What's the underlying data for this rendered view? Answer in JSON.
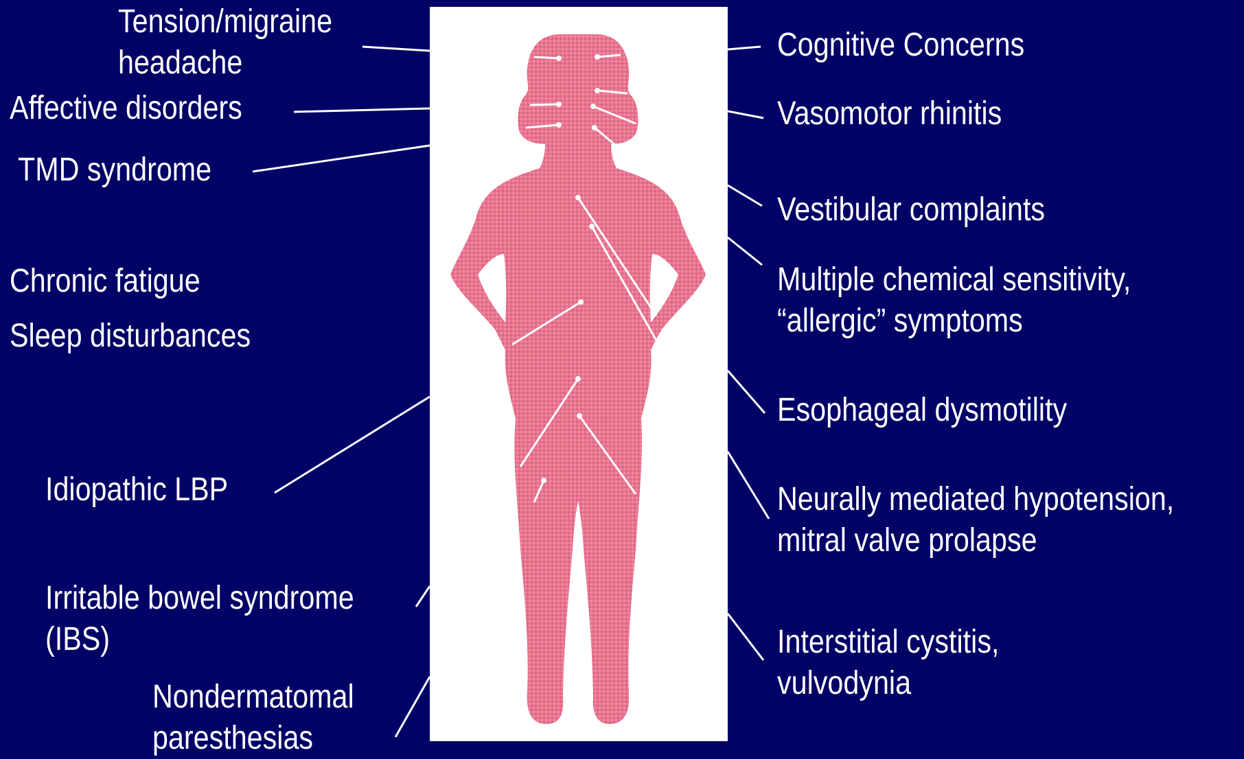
{
  "labels_left": {
    "tension": [
      "Tension/migraine",
      "headache"
    ],
    "affective": "Affective disorders",
    "tmd": "TMD syndrome",
    "fatigue": "Chronic fatigue",
    "sleep": "Sleep disturbances",
    "lbp": "Idiopathic LBP",
    "ibs": [
      "Irritable bowel syndrome",
      "(IBS)"
    ],
    "paresthesias": [
      "Nondermatomal",
      "paresthesias"
    ]
  },
  "labels_right": {
    "cognitive": "Cognitive Concerns",
    "rhinitis": "Vasomotor rhinitis",
    "vestibular": "Vestibular complaints",
    "chemical": [
      "Multiple chemical sensitivity,",
      "“allergic” symptoms"
    ],
    "esophageal": "Esophageal dysmotility",
    "hypotension": [
      "Neurally mediated hypotension,",
      "mitral valve prolapse"
    ],
    "cystitis": [
      "Interstitial cystitis,",
      "vulvodynia"
    ]
  },
  "colors": {
    "background": "#010166",
    "panel": "#ffffff",
    "body_fill": "#e8758f",
    "line": "#ffffff"
  }
}
